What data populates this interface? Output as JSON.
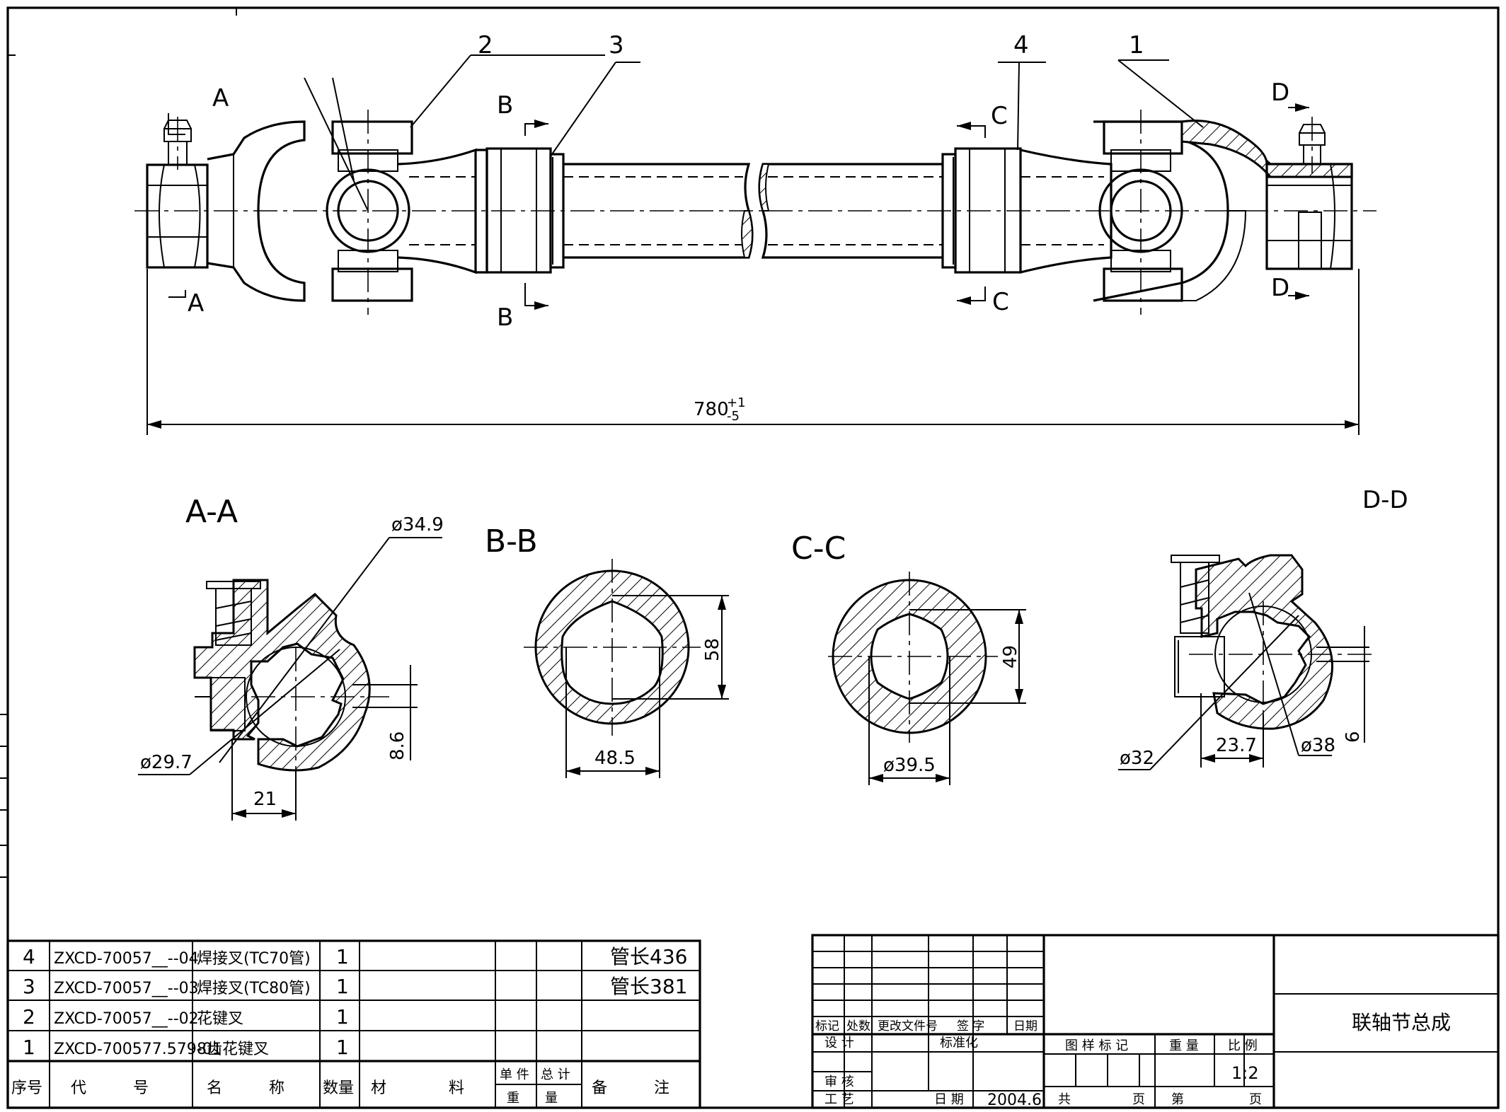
{
  "drawing": {
    "callouts": {
      "item1": "1",
      "item2": "2",
      "item3": "3",
      "item4": "4"
    },
    "section_marks": {
      "a": "A",
      "b": "B",
      "c": "C",
      "d": "D"
    },
    "overall_length": "780",
    "overall_tol_upper": "+1",
    "overall_tol_lower": "-5",
    "views": {
      "aa": {
        "title": "A-A",
        "dia_outer": "ø34.9",
        "dia_inner": "ø29.7",
        "dim_width": "21",
        "dim_key": "8.6"
      },
      "bb": {
        "title": "B-B",
        "dim_vertical": "58",
        "dim_horizontal": "48.5"
      },
      "cc": {
        "title": "C-C",
        "dim_vertical": "49",
        "dim_diameter": "ø39.5"
      },
      "dd": {
        "title": "D-D",
        "dia_left": "ø32",
        "dim_width": "23.7",
        "dia_right": "ø38",
        "dim_key": "6"
      }
    }
  },
  "bom": {
    "headers": {
      "seq": "序号",
      "code": "代　　　号",
      "name": "名　　　称",
      "qty": "数量",
      "material": "材　　　　料",
      "unit_weight": "单 件",
      "total_weight": "总 计",
      "weight": "重　　量",
      "remark": "备　　　注"
    },
    "rows": [
      {
        "seq": "4",
        "code": "ZXCD-70057__--04",
        "name": "焊接叉(TC70管)",
        "qty": "1",
        "remark": "管长436"
      },
      {
        "seq": "3",
        "code": "ZXCD-70057__--03",
        "name": "焊接叉(TC80管)",
        "qty": "1",
        "remark": "管长381"
      },
      {
        "seq": "2",
        "code": "ZXCD-70057__--02",
        "name": "花键叉",
        "qty": "1",
        "remark": ""
      },
      {
        "seq": "1",
        "code": "ZXCD-700577.579-01",
        "name": "8齿花键叉",
        "qty": "1",
        "remark": ""
      }
    ]
  },
  "title_block": {
    "rev_headers": {
      "mark": "标记",
      "count": "处数",
      "change_doc": "更改文件号",
      "signature": "签 字",
      "date": "日期"
    },
    "design": "设 计",
    "standardize": "标准化",
    "review": "审 核",
    "process": "工 艺",
    "date_label": "日 期",
    "date_value": "2004.6",
    "stage_mark": "图 样 标 记",
    "weight": "重 量",
    "scale_label": "比 例",
    "scale_value": "1:2",
    "total_label": "共",
    "sheet_label": "页",
    "page_label": "第",
    "page_unit": "页",
    "title": "联轴节总成"
  }
}
